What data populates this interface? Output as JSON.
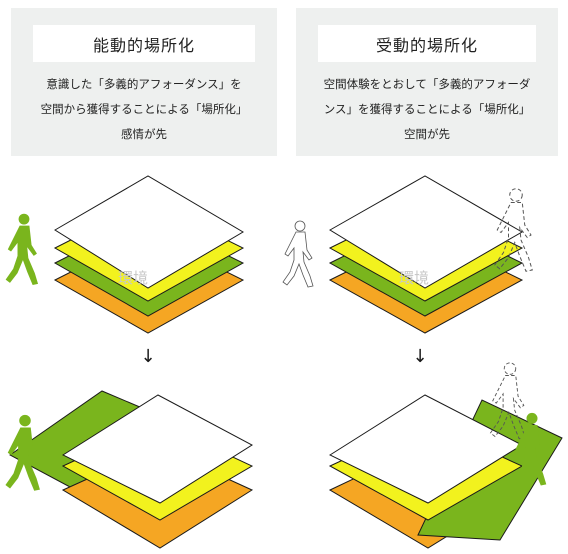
{
  "left_panel": {
    "title": "能動的場所化",
    "lines": [
      "意識した「多義的アフォーダンス」を",
      "空間から獲得することによる「場所化」",
      "感情が先"
    ]
  },
  "right_panel": {
    "title": "受動的場所化",
    "lines": [
      "空間体験をとおして「多義的アフォーダ",
      "ンス」を獲得することによる「場所化」",
      "空間が先"
    ]
  },
  "labels": {
    "environment_left": "環境",
    "environment_right": "環境"
  },
  "colors": {
    "panel_background": "#eef0ef",
    "orange": "#f5a623",
    "green": "#7ab51d",
    "yellow": "#f2f21e",
    "white": "#ffffff"
  }
}
